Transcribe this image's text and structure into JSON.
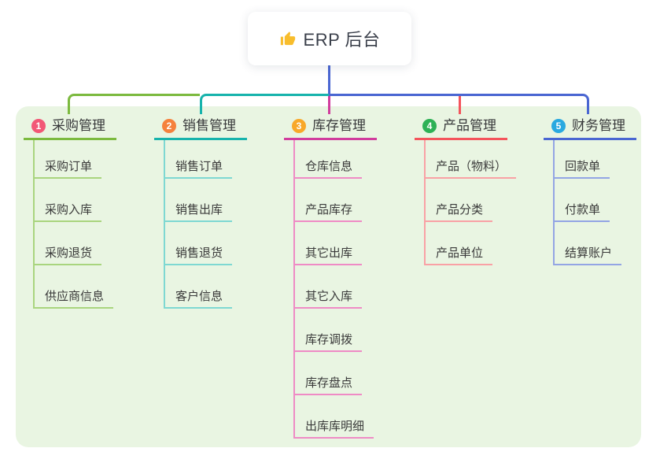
{
  "root_node": {
    "icon": "thumbs-up",
    "label": "ERP 后台"
  },
  "palette": {
    "page_bg": "#FFFFFF",
    "panel_bg": "#E9F5E2",
    "root_connector": "#4A66D2",
    "text": "#3A3A3A"
  },
  "branches": [
    {
      "number": "1",
      "label": "采购管理",
      "badge_color": "#F25876",
      "line_color": "#7CBA3F",
      "item_line_color": "#A9D57E",
      "items": [
        "采购订单",
        "采购入库",
        "采购退货",
        "供应商信息"
      ]
    },
    {
      "number": "2",
      "label": "销售管理",
      "badge_color": "#F5813D",
      "line_color": "#17B3AC",
      "item_line_color": "#7ED8D2",
      "items": [
        "销售订单",
        "销售出库",
        "销售退货",
        "客户信息"
      ]
    },
    {
      "number": "3",
      "label": "库存管理",
      "badge_color": "#F8A829",
      "line_color": "#D13C9D",
      "item_line_color": "#EF8BC5",
      "items": [
        "仓库信息",
        "产品库存",
        "其它出库",
        "其它入库",
        "库存调拨",
        "库存盘点",
        "出库库明细"
      ]
    },
    {
      "number": "4",
      "label": "产品管理",
      "badge_color": "#2EB156",
      "line_color": "#F4545C",
      "item_line_color": "#F9A1A5",
      "items": [
        "产品（物料）",
        "产品分类",
        "产品单位"
      ]
    },
    {
      "number": "5",
      "label": "财务管理",
      "badge_color": "#2AA9E0",
      "line_color": "#4A66D2",
      "item_line_color": "#93A5E4",
      "items": [
        "回款单",
        "付款单",
        "结算账户"
      ]
    }
  ]
}
